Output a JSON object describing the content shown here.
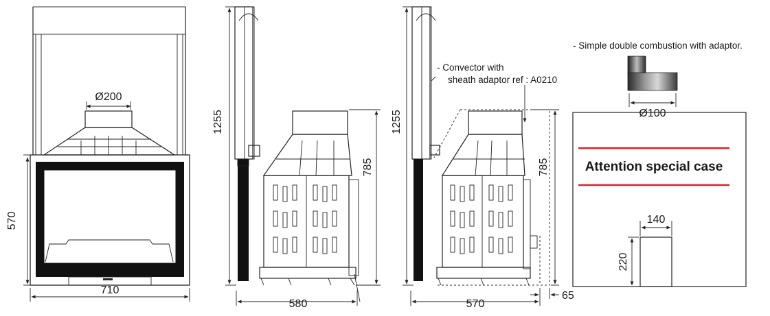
{
  "front_view": {
    "flue_diameter": "Ø200",
    "height": "570",
    "width": "710"
  },
  "side_view": {
    "height_total": "1255",
    "height_body": "785",
    "depth": "580"
  },
  "side_view_convector": {
    "height_total": "1255",
    "height_body": "785",
    "depth": "570",
    "offset": "65",
    "note_line1": "- Convector with",
    "note_line2": "sheath adaptor ref : A0210"
  },
  "special_case": {
    "note": "- Simple double combustion with adaptor.",
    "adaptor_diameter": "Ø100",
    "attention_text": "Attention special case",
    "outlet_width": "140",
    "outlet_height": "220",
    "accent_color": "#e0202a"
  }
}
